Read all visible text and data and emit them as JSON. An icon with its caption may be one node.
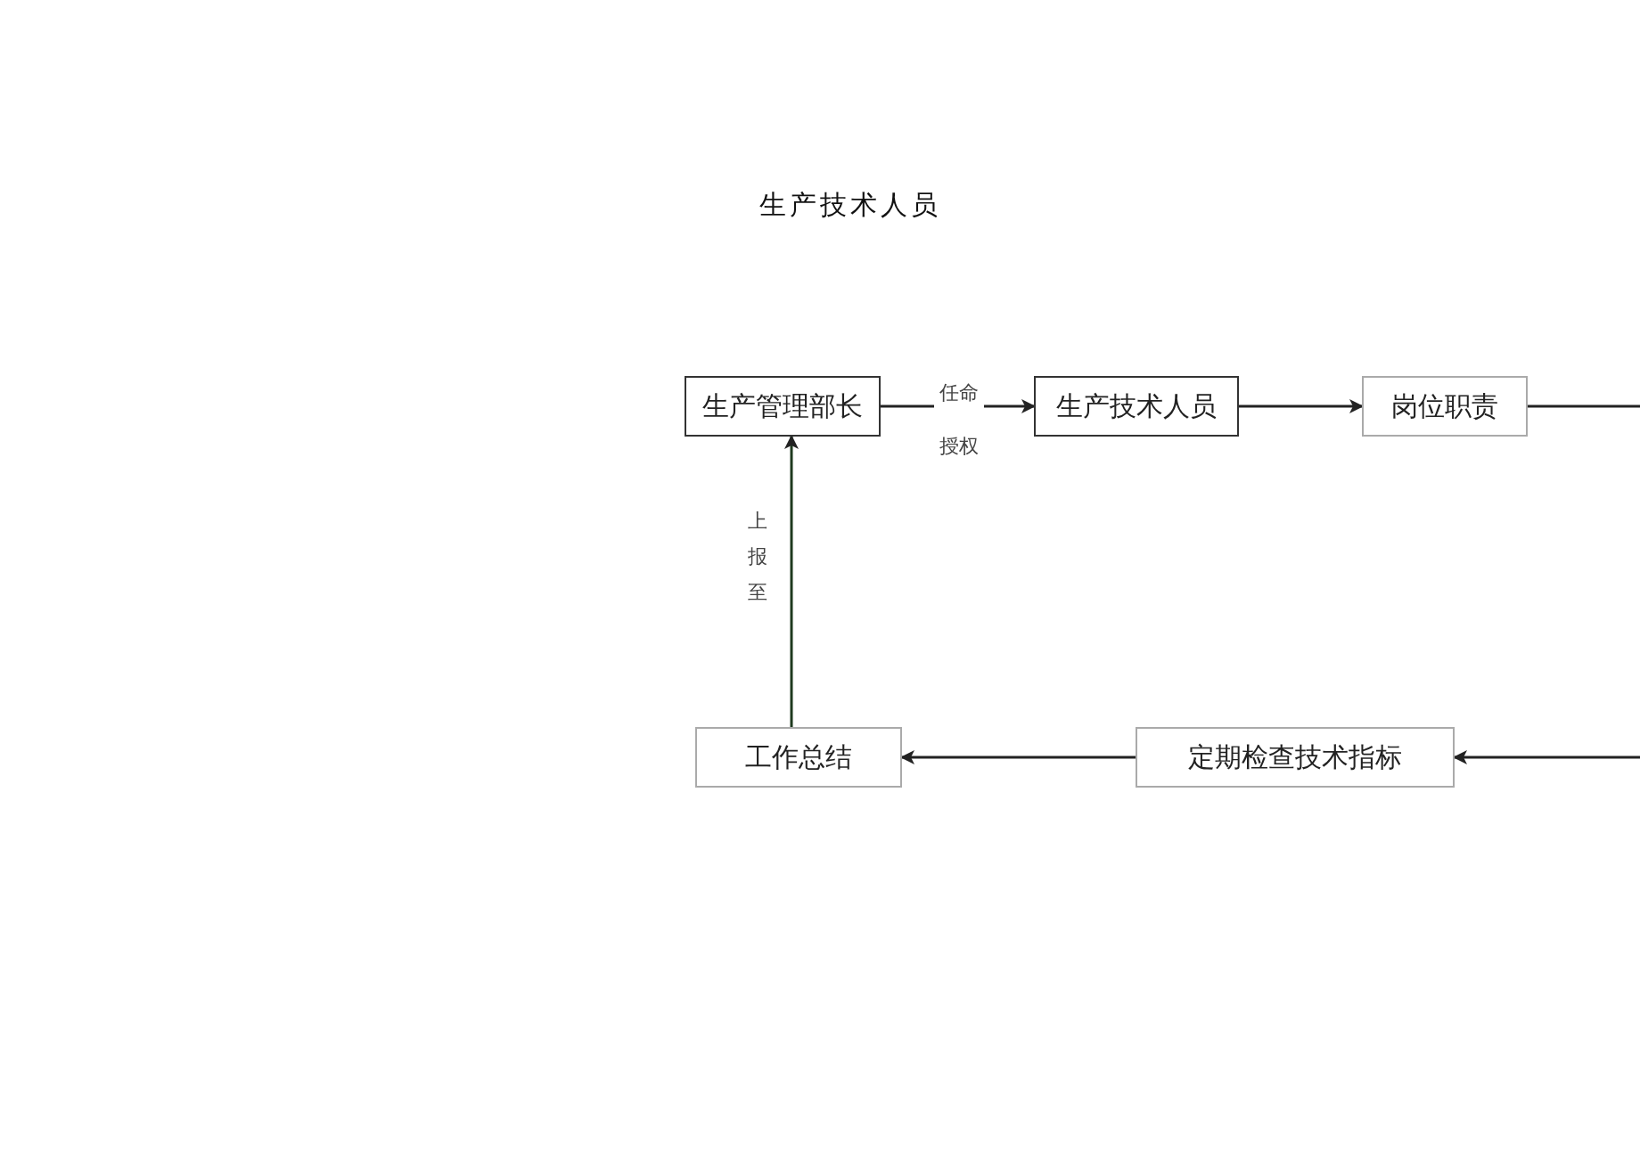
{
  "diagram": {
    "title": "生产技术人员",
    "nodes": [
      {
        "text": [
          "生产管理部长"
        ]
      },
      {
        "text": [
          "生产技术人员"
        ]
      },
      {
        "text": [
          "岗位职责"
        ]
      },
      {
        "text": [
          "定期检查技术指标"
        ]
      },
      {
        "text": [
          "工作总结"
        ]
      }
    ],
    "edges": [
      {
        "from": 0,
        "to": 1,
        "arrow": "to",
        "label": "任命授权"
      },
      {
        "from": 1,
        "to": 2,
        "arrow": "to"
      },
      {
        "from": 2,
        "to": null,
        "arrow": "none"
      },
      {
        "from": null,
        "to": 3,
        "arrow": "to"
      },
      {
        "from": 3,
        "to": 4,
        "arrow": "to"
      },
      {
        "from": 4,
        "to": 0,
        "arrow": "to",
        "label": "上报至"
      }
    ]
  }
}
